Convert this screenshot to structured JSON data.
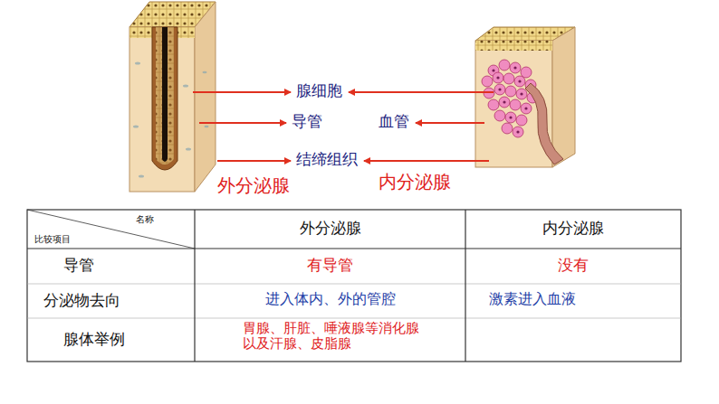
{
  "diagram": {
    "labels": [
      "腺细胞",
      "导管",
      "血管",
      "结缔组织",
      "外分泌腺",
      "内分泌腺",
      "名称",
      "比较项目",
      "外分泌腺",
      "内分泌腺",
      "导管",
      "有导管",
      "没有",
      "分泌物去向",
      "进入体内、外的管腔",
      "激素进入血液",
      "腺体举例",
      "胃腺、肝脏、唾液腺等消化腺以及汗腺、皮脂腺"
    ]
  }
}
